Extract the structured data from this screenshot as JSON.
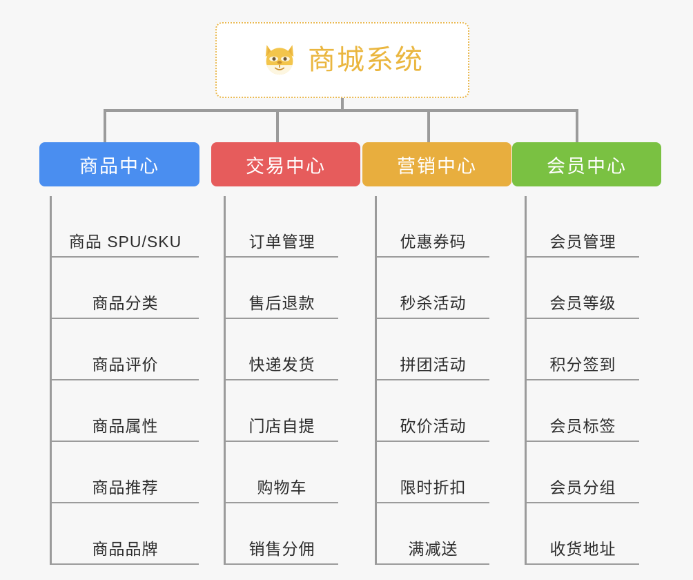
{
  "page": {
    "background_color": "#f7f7f7",
    "connector_color": "#9b9b9b"
  },
  "root": {
    "title": "商城系统",
    "icon": "shiba-dog-icon",
    "border_color": "#eab950",
    "text_color": "#eab63f",
    "background_color": "#ffffff"
  },
  "categories": [
    {
      "label": "商品中心",
      "color": "#4a8ef0",
      "items": [
        "商品 SPU/SKU",
        "商品分类",
        "商品评价",
        "商品属性",
        "商品推荐",
        "商品品牌"
      ]
    },
    {
      "label": "交易中心",
      "color": "#e65c5c",
      "items": [
        "订单管理",
        "售后退款",
        "快递发货",
        "门店自提",
        "购物车",
        "销售分佣"
      ]
    },
    {
      "label": "营销中心",
      "color": "#e8ae3e",
      "items": [
        "优惠券码",
        "秒杀活动",
        "拼团活动",
        "砍价活动",
        "限时折扣",
        "满减送"
      ]
    },
    {
      "label": "会员中心",
      "color": "#7ac142",
      "items": [
        "会员管理",
        "会员等级",
        "积分签到",
        "会员标签",
        "会员分组",
        "收货地址"
      ]
    }
  ]
}
